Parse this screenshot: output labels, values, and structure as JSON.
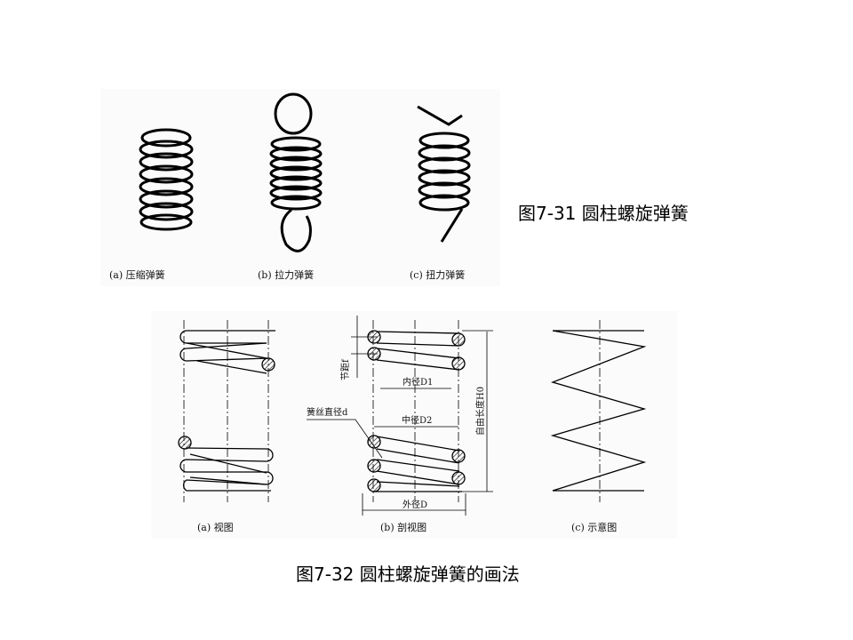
{
  "figure_31": {
    "title": "图7-31  圆柱螺旋弹簧",
    "captions": [
      "(a) 压缩弹簧",
      "(b) 拉力弹簧",
      "(c) 扭力弹簧"
    ]
  },
  "figure_32": {
    "title": "图7-32  圆柱螺旋弹簧的画法",
    "captions": [
      "(a) 视图",
      "(b) 剖视图",
      "(c) 示意图"
    ],
    "labels": {
      "pitch": "节距f",
      "inner_diameter": "内径D1",
      "wire_diameter": "簧丝直径d",
      "mean_diameter": "中径D2",
      "outer_diameter": "外径D",
      "free_length": "自由长度H0"
    }
  }
}
